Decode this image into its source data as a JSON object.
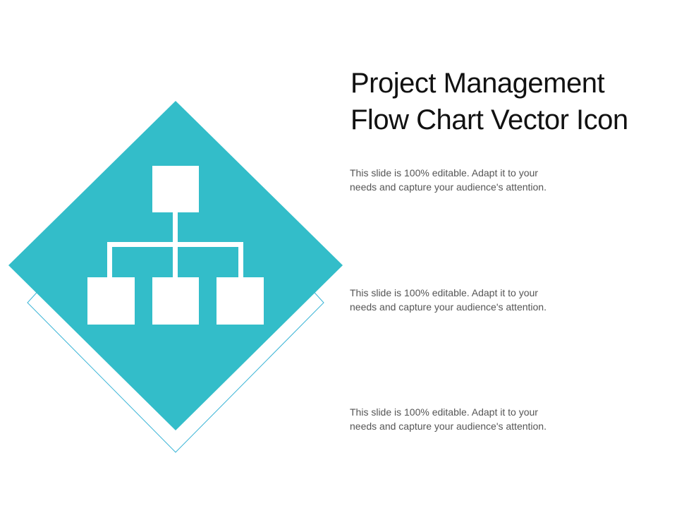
{
  "slide": {
    "title_lines": [
      "Project Management",
      "Flow Chart Vector Icon"
    ],
    "text_blocks": [
      [
        "This slide is 100% editable. Adapt it to your",
        "needs and capture your audience's attention."
      ],
      [
        "This slide is 100% editable. Adapt it to your",
        "needs and capture your audience's attention."
      ],
      [
        "This slide is 100% editable. Adapt it to your",
        "needs and capture your audience's attention."
      ]
    ]
  },
  "icon": {
    "name": "org-chart-icon",
    "colors": {
      "diamond_fill": "#33BDC9",
      "outline_stroke": "#39B4D6",
      "boxes": "#FFFFFF"
    }
  }
}
